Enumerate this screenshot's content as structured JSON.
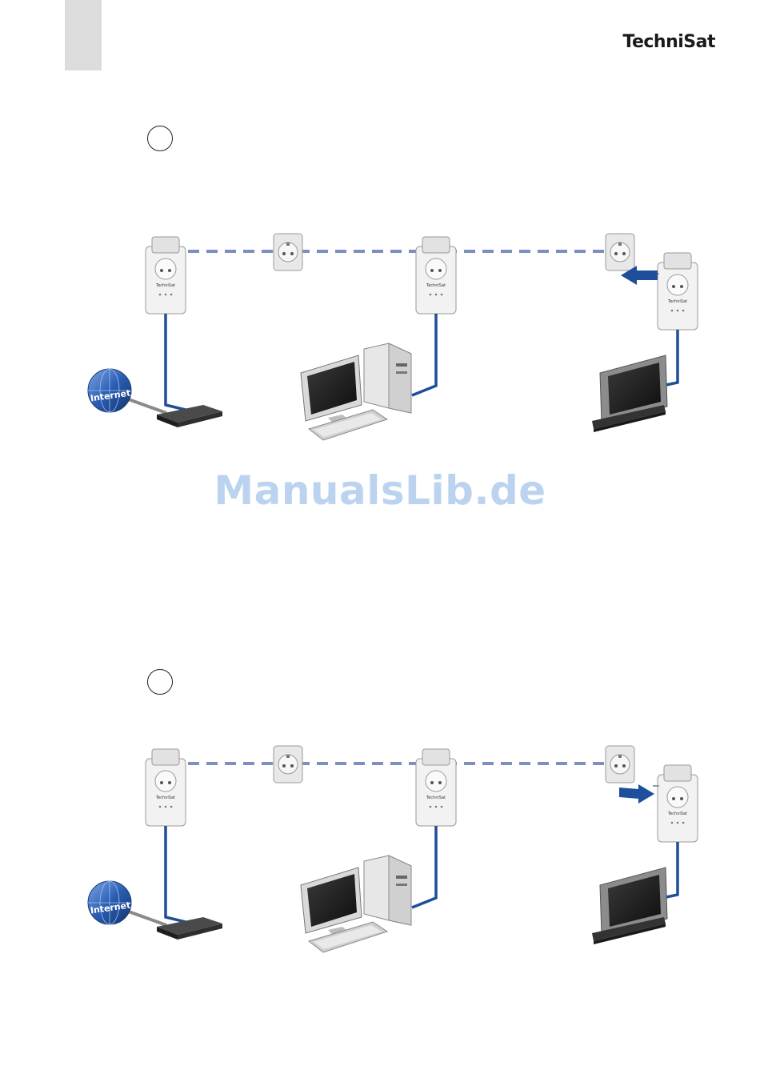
{
  "header": {
    "brand": "TechniSat"
  },
  "watermark": {
    "text": "ManualsLib.de"
  },
  "diagrams": [
    {
      "internet_label": "Internet",
      "adapter_brand": "TechniSat",
      "arrow_direction": "plug-in"
    },
    {
      "internet_label": "Internet",
      "adapter_brand": "TechniSat",
      "arrow_direction": "unplug"
    }
  ],
  "colors": {
    "cable": "#1f4e99",
    "powerline_dashes": "#7b8fc4",
    "arrow": "#1d4f9a",
    "globe": "#2a5cb0",
    "tab_marker": "#dcdcdc",
    "watermark": "#bcd3ef"
  }
}
